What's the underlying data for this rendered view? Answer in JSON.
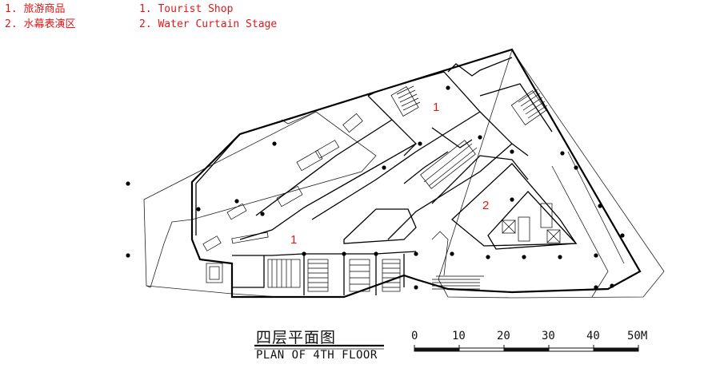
{
  "legend": {
    "cn": [
      "1. 旅游商品",
      "2. 水幕表演区"
    ],
    "en": [
      "1. Tourist Shop",
      "2. Water Curtain Stage"
    ]
  },
  "plan_labels": [
    "1",
    "1",
    "2"
  ],
  "title": {
    "cn": "四层平面图",
    "en": "PLAN OF 4TH FLOOR"
  },
  "scale": {
    "ticks": [
      "0",
      "10",
      "20",
      "30",
      "40",
      "50M"
    ]
  },
  "colors": {
    "line": "#111111",
    "label_red": "#e01818",
    "wall": "#000000"
  }
}
